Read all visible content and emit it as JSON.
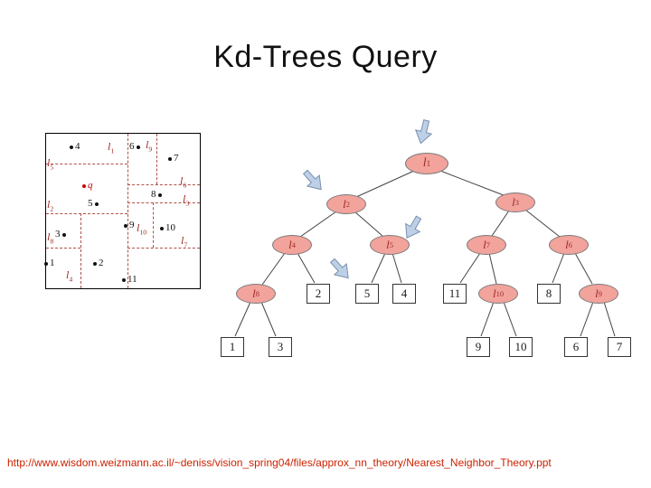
{
  "slide": {
    "title": "Kd-Trees Query",
    "footer_url": "http://www.wisdom.weizmann.ac.il/~deniss/vision_spring04/files/approx_nn_theory/Nearest_Neighbor_Theory.ppt"
  },
  "colors": {
    "label_red": "#9e2b25",
    "node_fill": "#f2a39c",
    "dashed_line": "#b0504a",
    "arrow_fill": "#bdd0e7",
    "footer_red": "#cc2200"
  },
  "spatial": {
    "query_label": "q",
    "points": {
      "p1": "1",
      "p2": "2",
      "p3": "3",
      "p4": "4",
      "p5": "5",
      "p6": "6",
      "p7": "7",
      "p8": "8",
      "p9": "9",
      "p10": "10",
      "p11": "11"
    },
    "lines": {
      "l1": {
        "base": "l",
        "sub": "1"
      },
      "l2": {
        "base": "l",
        "sub": "2"
      },
      "l3": {
        "base": "l",
        "sub": "3"
      },
      "l4": {
        "base": "l",
        "sub": "4"
      },
      "l5": {
        "base": "l",
        "sub": "5"
      },
      "l6": {
        "base": "l",
        "sub": "6"
      },
      "l7": {
        "base": "l",
        "sub": "7"
      },
      "l8": {
        "base": "l",
        "sub": "8"
      },
      "l9": {
        "base": "l",
        "sub": "9"
      },
      "l10": {
        "base": "l",
        "sub": "10"
      }
    }
  },
  "tree": {
    "internal": {
      "l1": {
        "base": "l",
        "sub": "1"
      },
      "l2": {
        "base": "l",
        "sub": "2"
      },
      "l3": {
        "base": "l",
        "sub": "3"
      },
      "l4": {
        "base": "l",
        "sub": "4"
      },
      "l5": {
        "base": "l",
        "sub": "5"
      },
      "l6": {
        "base": "l",
        "sub": "6"
      },
      "l7": {
        "base": "l",
        "sub": "7"
      },
      "l8": {
        "base": "l",
        "sub": "8"
      },
      "l9": {
        "base": "l",
        "sub": "9"
      },
      "l10": {
        "base": "l",
        "sub": "10"
      }
    },
    "leaves": {
      "n1": "1",
      "n2": "2",
      "n3": "3",
      "n4": "4",
      "n5": "5",
      "n6": "6",
      "n7": "7",
      "n8": "8",
      "n9": "9",
      "n10": "10",
      "n11": "11"
    }
  }
}
